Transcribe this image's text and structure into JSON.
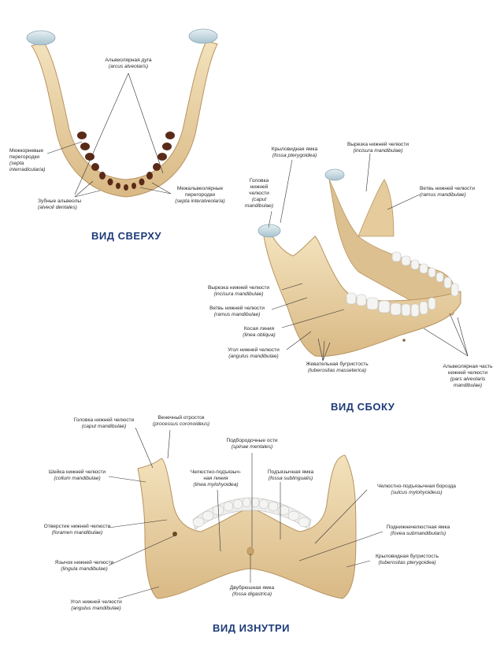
{
  "headings": {
    "top": "ВИД СВЕРХУ",
    "side": "ВИД СБОКУ",
    "inside": "ВИД ИЗНУТРИ"
  },
  "top_view": {
    "arcus": {
      "ru": "Альвеолярная дуга",
      "la": "(arcus alveolaris)"
    },
    "septa_interradicularia": {
      "ru1": "Межкорневые",
      "ru2": "перегородки",
      "la1": "(septa",
      "la2": "interradicularia)"
    },
    "alveoli": {
      "ru": "Зубные альвеолы",
      "la": "(alveoli dentales)"
    },
    "septa_interalveolaria": {
      "ru1": "Межальвеолярные",
      "ru2": "перегородки",
      "la": "(septa interalveolaria)"
    }
  },
  "side_view": {
    "caput": {
      "ru1": "Головка",
      "ru2": "нижней",
      "ru3": "челюсти",
      "la1": "(caput",
      "la2": "mandibulae)"
    },
    "fossa_pterygoidea": {
      "ru": "Крыловидная ямка",
      "la": "(fossa pterygoidea)"
    },
    "incisura_top": {
      "ru": "Вырезка нижней челюсти",
      "la": "(incisura mandibulae)"
    },
    "ramus_right": {
      "ru": "Ветвь нижней челюсти",
      "la": "(ramus mandibulae)"
    },
    "incisura_left": {
      "ru": "Вырезка нижней челюсти",
      "la": "(incisura mandibulae)"
    },
    "ramus_left": {
      "ru": "Ветвь нижней челюсти",
      "la": "(ramus mandibulae)"
    },
    "linea_obliqua": {
      "ru": "Косая линия",
      "la": "(linea obliqua)"
    },
    "angulus": {
      "ru": "Угол нижней челюсти",
      "la": "(angulus mandibulae)"
    },
    "tuberositas_masseterica": {
      "ru": "Жевательная бугристость",
      "la": "(tuberositas masseterica)"
    },
    "pars_alveolaris": {
      "ru1": "Альвеолярная часть",
      "ru2": "нижней челюсти",
      "la1": "(pars alveolaris",
      "la2": "mandibulae)"
    }
  },
  "inside_view": {
    "caput": {
      "ru": "Головка нижней челюсти",
      "la": "(caput mandibulae)"
    },
    "processus_coronoideus": {
      "ru": "Венечный отросток",
      "la": "(processus coronoideus)"
    },
    "spinae_mentales": {
      "ru": "Подбородочные ости",
      "la": "(spinae mentales)"
    },
    "linea_mylohyoidea": {
      "ru1": "Челюстно-подъязыч-",
      "ru2": "ная линия",
      "la": "(linea mylohyoidea)"
    },
    "fossa_sublingualis": {
      "ru": "Подъязычная ямка",
      "la": "(fossa sublingualis)"
    },
    "collum": {
      "ru": "Шейка нижней челюсти",
      "la": "(collum mandibulae)"
    },
    "sulcus_mylohyoideus": {
      "ru": "Челюстно-подъязычная борозда",
      "la": "(sulcus mylohyoideus)"
    },
    "foramen": {
      "ru": "Отверстие нижней челюсти",
      "la": "(foramen mandibulae)"
    },
    "fovea_submandibularis": {
      "ru": "Поднижнечелюстная ямка",
      "la": "(fovea submandibularis)"
    },
    "lingula": {
      "ru": "Язычок нижней челюсти",
      "la": "(lingula mandibulae)"
    },
    "tuberositas_pterygoidea": {
      "ru": "Крыловидная бугристость",
      "la": "(tuberositas pterygoidea)"
    },
    "fossa_digastrica": {
      "ru": "Двубрюшная ямка",
      "la": "(fossa digastrica)"
    },
    "angulus": {
      "ru": "Угол нижней челюсти",
      "la": "(angulus mandibulae)"
    }
  },
  "colors": {
    "bone": "#ead3a4",
    "bone_shadow": "#c9a46c",
    "cartilage": "#c9dbe3",
    "socket": "#5a2a18",
    "tooth": "#f4f4f2",
    "heading": "#1d3a78"
  }
}
